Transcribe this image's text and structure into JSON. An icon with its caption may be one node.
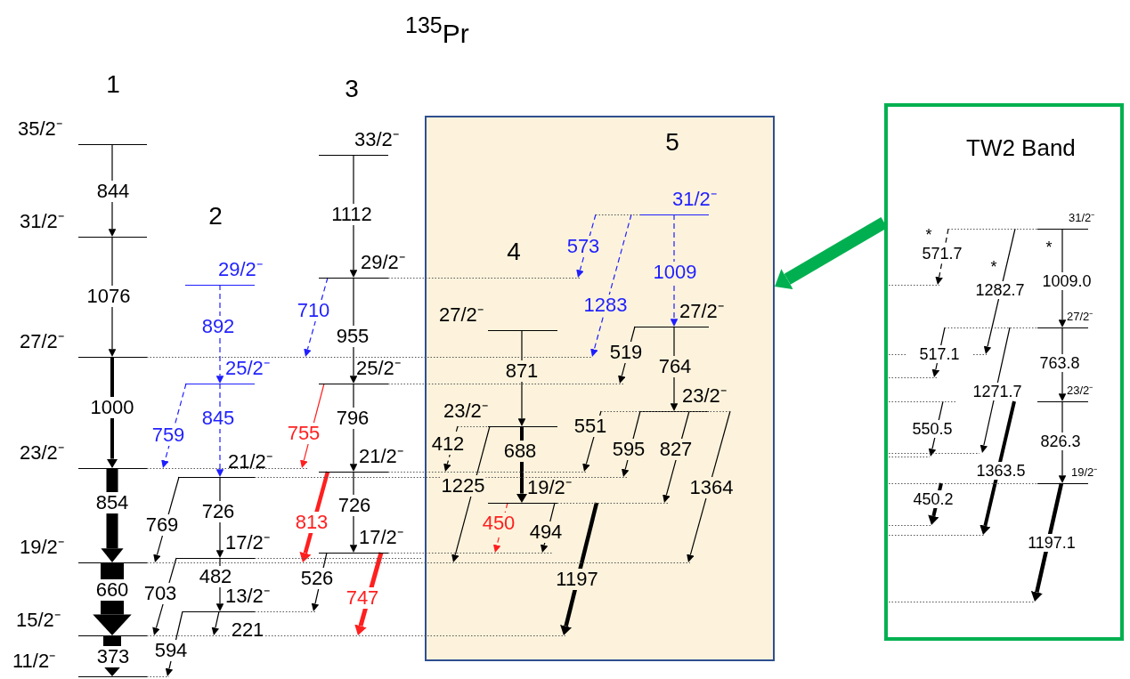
{
  "diagram": {
    "title": "$^{135}$Pr",
    "nodes": [
      {
        "text": [
          "35/2⁻"
        ]
      },
      {
        "text": [
          "31/2⁻"
        ]
      },
      {
        "text": [
          "27/2⁻"
        ]
      },
      {
        "text": [
          "23/2⁻"
        ]
      },
      {
        "text": [
          "19/2⁻"
        ]
      },
      {
        "text": [
          "15/2⁻"
        ]
      },
      {
        "text": [
          "11/2⁻"
        ]
      },
      {
        "text": [
          "29/2⁻"
        ]
      },
      {
        "text": [
          "25/2⁻"
        ]
      },
      {
        "text": [
          "21/2⁻"
        ]
      },
      {
        "text": [
          "17/2⁻"
        ]
      },
      {
        "text": [
          "13/2⁻"
        ]
      },
      {
        "text": [
          "33/2⁻"
        ]
      },
      {
        "text": [
          "29/2⁻"
        ]
      },
      {
        "text": [
          "25/2⁻"
        ]
      },
      {
        "text": [
          "21/2⁻"
        ]
      },
      {
        "text": [
          "17/2⁻"
        ]
      },
      {
        "text": [],
        "shape": "box"
      },
      {
        "text": [
          "27/2⁻"
        ],
        "in": 17
      },
      {
        "text": [
          "23/2⁻"
        ],
        "in": 17
      },
      {
        "text": [
          "19/2⁻"
        ],
        "in": 17
      },
      {
        "text": [
          "31/2⁻"
        ],
        "in": 17
      },
      {
        "text": [
          "27/2⁻"
        ],
        "in": 17
      },
      {
        "text": [
          "23/2⁻"
        ],
        "in": 17
      },
      {
        "text": [
          "TW2 Band"
        ]
      },
      {
        "text": [
          "31/2⁻"
        ],
        "in": 24
      },
      {
        "text": [
          "27/2⁻"
        ],
        "in": 24
      },
      {
        "text": [
          "23/2⁻"
        ],
        "in": 24
      },
      {
        "text": [
          "19/2⁻"
        ],
        "in": 24
      },
      {
        "text": [],
        "shape": "bar",
        "in": 24
      },
      {
        "text": [],
        "shape": "bar",
        "in": 24
      },
      {
        "text": [],
        "shape": "bar",
        "in": 24
      },
      {
        "text": [],
        "shape": "bar",
        "in": 24
      },
      {
        "text": [],
        "shape": "bar",
        "in": 24
      },
      {
        "text": [],
        "shape": "bar",
        "in": 24
      },
      {
        "text": [],
        "shape": "bar",
        "in": 24
      },
      {
        "text": [],
        "shape": "bar",
        "in": 24
      }
    ],
    "edges": [
      {
        "from": 0,
        "to": 1,
        "label": "844",
        "arrow": "to"
      },
      {
        "from": 1,
        "to": 2,
        "label": "1076",
        "arrow": "to"
      },
      {
        "from": 2,
        "to": 3,
        "label": "1000",
        "arrow": "to",
        "style": "thick"
      },
      {
        "from": 3,
        "to": 4,
        "label": "854",
        "arrow": "to",
        "style": "thick"
      },
      {
        "from": 4,
        "to": 5,
        "label": "660",
        "arrow": "to",
        "style": "thick"
      },
      {
        "from": 5,
        "to": 6,
        "label": "373",
        "arrow": "to",
        "style": "thick"
      },
      {
        "from": 7,
        "to": 8,
        "label": "892",
        "arrow": "to",
        "style": "dashed",
        "color": "#1f1fff"
      },
      {
        "from": 8,
        "to": 9,
        "label": "845",
        "arrow": "to",
        "style": "dashed",
        "color": "#1f1fff"
      },
      {
        "from": 8,
        "to": 3,
        "label": "759",
        "arrow": "to",
        "style": "dashed",
        "color": "#1f1fff"
      },
      {
        "from": 9,
        "to": 10,
        "label": "726",
        "arrow": "to"
      },
      {
        "from": 10,
        "to": 11,
        "label": "482",
        "arrow": "to"
      },
      {
        "from": 9,
        "to": 4,
        "label": "769",
        "arrow": "to"
      },
      {
        "from": 10,
        "to": 5,
        "label": "703",
        "arrow": "to"
      },
      {
        "from": 11,
        "to": 5,
        "label": "221",
        "arrow": "to"
      },
      {
        "from": 11,
        "to": 6,
        "label": "594",
        "arrow": "to"
      },
      {
        "from": 12,
        "to": 13,
        "label": "1112",
        "arrow": "to"
      },
      {
        "from": 13,
        "to": 14,
        "label": "955",
        "arrow": "to"
      },
      {
        "from": 14,
        "to": 15,
        "label": "796",
        "arrow": "to"
      },
      {
        "from": 15,
        "to": 16,
        "label": "726",
        "arrow": "to"
      },
      {
        "from": 13,
        "to": 2,
        "label": "710",
        "arrow": "to",
        "style": "dashed",
        "color": "#1f1fff"
      },
      {
        "from": 14,
        "to": 3,
        "label": "755",
        "arrow": "to",
        "color": "#ff1f1f"
      },
      {
        "from": 15,
        "to": 4,
        "label": "813",
        "arrow": "to",
        "style": "thick",
        "color": "#ff1f1f"
      },
      {
        "from": 16,
        "to": 11,
        "label": "526",
        "arrow": "to"
      },
      {
        "from": 16,
        "to": 5,
        "label": "747",
        "arrow": "to",
        "style": "thick",
        "color": "#ff1f1f"
      },
      {
        "from": 18,
        "to": 19,
        "label": "871",
        "arrow": "to"
      },
      {
        "from": 19,
        "to": 20,
        "label": "688",
        "arrow": "to",
        "style": "thick"
      },
      {
        "from": 19,
        "to": 15,
        "label": "412",
        "arrow": "to",
        "style": "dashed"
      },
      {
        "from": 19,
        "to": 4,
        "label": "1225",
        "arrow": "to"
      },
      {
        "from": 20,
        "to": 16,
        "label": "450",
        "arrow": "to",
        "style": "dashed",
        "color": "#ff1f1f"
      },
      {
        "from": 20,
        "to": 16,
        "label": "494",
        "arrow": "to"
      },
      {
        "from": 20,
        "to": 5,
        "label": "1197",
        "arrow": "to",
        "style": "thick"
      },
      {
        "from": 21,
        "to": 22,
        "label": "1009",
        "arrow": "to",
        "style": "dashed",
        "color": "#1f1fff"
      },
      {
        "from": 21,
        "to": 13,
        "label": "573",
        "arrow": "to",
        "style": "dashed",
        "color": "#1f1fff"
      },
      {
        "from": 21,
        "to": 2,
        "label": "1283",
        "arrow": "to",
        "style": "dashed",
        "color": "#1f1fff"
      },
      {
        "from": 22,
        "to": 23,
        "label": "764",
        "arrow": "to"
      },
      {
        "from": 22,
        "to": 14,
        "label": "519",
        "arrow": "to"
      },
      {
        "from": 23,
        "to": 20,
        "label": "827",
        "arrow": "to"
      },
      {
        "from": 23,
        "to": 15,
        "label": "551",
        "arrow": "to"
      },
      {
        "from": 23,
        "to": 9,
        "label": "595",
        "arrow": "to"
      },
      {
        "from": 23,
        "to": 4,
        "label": "1364",
        "arrow": "to"
      },
      {
        "from": 25,
        "to": 26,
        "label": "1009.0",
        "arrow": "to"
      },
      {
        "from": 25,
        "to": 29,
        "label": "571.7",
        "arrow": "to",
        "style": "dashed"
      },
      {
        "from": 25,
        "to": 30,
        "label": "1282.7",
        "arrow": "to"
      },
      {
        "from": 26,
        "to": 27,
        "label": "763.8",
        "arrow": "to"
      },
      {
        "from": 26,
        "to": 31,
        "label": "517.1",
        "arrow": "to"
      },
      {
        "from": 26,
        "to": 32,
        "label": "1271.7",
        "arrow": "to"
      },
      {
        "from": 27,
        "to": 28,
        "label": "826.3",
        "arrow": "to"
      },
      {
        "from": 27,
        "to": 33,
        "label": "550.5",
        "arrow": "to"
      },
      {
        "from": 27,
        "to": 35,
        "label": "1363.5",
        "arrow": "to",
        "style": "thick"
      },
      {
        "from": 28,
        "to": 34,
        "label": "450.2",
        "arrow": "to",
        "style": "thick"
      },
      {
        "from": 28,
        "to": 36,
        "label": "1197.1",
        "arrow": "to",
        "style": "thick"
      },
      {
        "from": 24,
        "to": 17,
        "arrow": "to",
        "style": "thick",
        "color": "#00b050"
      }
    ],
    "labels": [
      "1",
      "3",
      "5",
      "2",
      "4",
      "*",
      "*",
      "*"
    ]
  }
}
